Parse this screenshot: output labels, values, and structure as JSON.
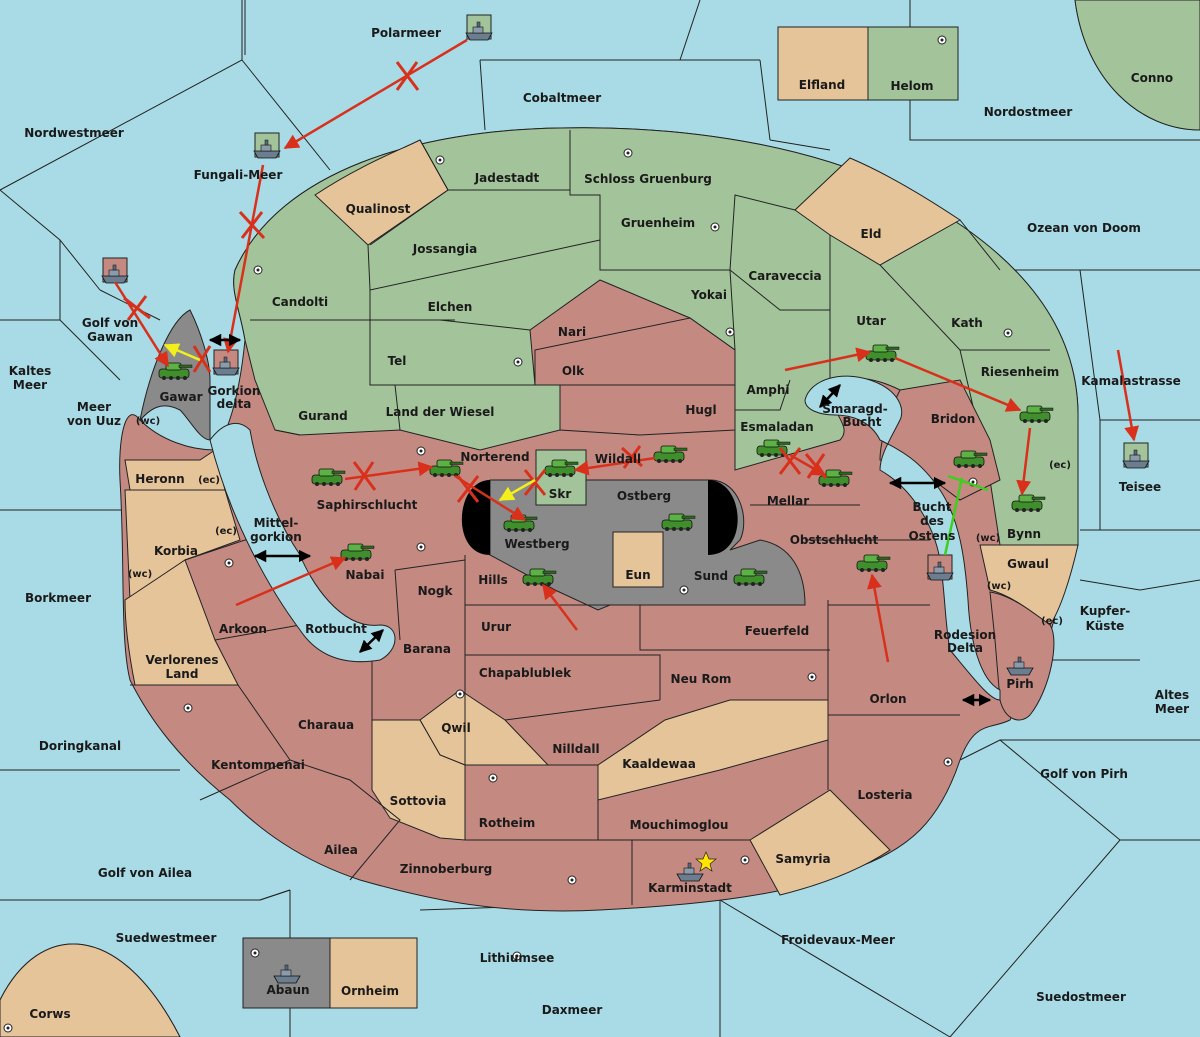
{
  "colors": {
    "sea": "#a8dbe6",
    "green_power": "#a3c49a",
    "red_power": "#c48a82",
    "neutral": "#e6c49a",
    "gray_power": "#8a8a8a",
    "order_red": "#d9301c",
    "order_yellow": "#f2ef1a",
    "order_green": "#3cd01c"
  },
  "labels": {
    "polarmeer": "Polarmeer",
    "cobaltmeer": "Cobaltmeer",
    "elfland": "Elfland",
    "helom": "Helom",
    "conno": "Conno",
    "nordostmeer": "Nordostmeer",
    "nordwestmeer": "Nordwestmeer",
    "fungali": "Fungali-Meer",
    "jadestadt": "Jadestadt",
    "schloss": "Schloss Gruenburg",
    "qualinost": "Qualinost",
    "gruenheim": "Gruenheim",
    "eld": "Eld",
    "ozean": "Ozean von Doom",
    "jossangia": "Jossangia",
    "caraveccia": "Caraveccia",
    "candolti": "Candolti",
    "elchen": "Elchen",
    "yokai": "Yokai",
    "utar": "Utar",
    "kath": "Kath",
    "golf_gawan_1": "Golf von",
    "golf_gawan_2": "Gawan",
    "nari": "Nari",
    "tel": "Tel",
    "olk": "Olk",
    "amphi": "Amphi",
    "riesenheim": "Riesenheim",
    "kamalastrasse": "Kamalastrasse",
    "kaltes_1": "Kaltes",
    "kaltes_2": "Meer",
    "gawar": "Gawar",
    "gorkion_1": "Gorkion",
    "gorkion_2": "delta",
    "meer_uuz_1": "Meer",
    "meer_uuz_2": "von Uuz",
    "wc": "(wc)",
    "ec": "(ec)",
    "gurand": "Gurand",
    "land_wiesel": "Land der Wiesel",
    "hugl": "Hugl",
    "smaragd_1": "Smaragd-",
    "smaragd_2": "Bucht",
    "bridon": "Bridon",
    "esmaladan": "Esmaladan",
    "norterend": "Norterend",
    "wildall": "Wildall",
    "heronn": "Heronn",
    "saphir": "Saphirschlucht",
    "skr": "Skr",
    "ostberg": "Ostberg",
    "mellar": "Mellar",
    "teisee": "Teisee",
    "bucht_1": "Bucht",
    "bucht_2": "des",
    "bucht_3": "Ostens",
    "bynn": "Bynn",
    "mittel_1": "Mittel-",
    "mittel_2": "gorkion",
    "westberg": "Westberg",
    "obstschlucht": "Obstschlucht",
    "korbia": "Korbia",
    "nabai": "Nabai",
    "hills": "Hills",
    "eun": "Eun",
    "sund": "Sund",
    "gwaul": "Gwaul",
    "borkmeer": "Borkmeer",
    "nogk": "Nogk",
    "kupfer_1": "Kupfer-",
    "kupfer_2": "Küste",
    "arkoon": "Arkoon",
    "rotbucht": "Rotbucht",
    "urur": "Urur",
    "feuerfeld": "Feuerfeld",
    "rodesion_1": "Rodesion",
    "rodesion_2": "Delta",
    "verlorenes_1": "Verlorenes",
    "verlorenes_2": "Land",
    "barana": "Barana",
    "chapablublek": "Chapablublek",
    "neu_rom": "Neu Rom",
    "pirh": "Pirh",
    "altes_1": "Altes",
    "altes_2": "Meer",
    "orlon": "Orlon",
    "charaua": "Charaua",
    "qwil": "Qwil",
    "doringkanal": "Doringkanal",
    "nilldall": "Nilldall",
    "kaaldewaa": "Kaaldewaa",
    "kentommenai": "Kentommenai",
    "golf_pirh": "Golf von Pirh",
    "losteria": "Losteria",
    "sottovia": "Sottovia",
    "rotheim": "Rotheim",
    "mouchimoglou": "Mouchimoglou",
    "ailea": "Ailea",
    "samyria": "Samyria",
    "golf_ailea": "Golf von Ailea",
    "zinnoberburg": "Zinnoberburg",
    "karminstadt": "Karminstadt",
    "suedwestmeer": "Suedwestmeer",
    "froidevaux": "Froidevaux-Meer",
    "lithiumsee": "Lithiumsee",
    "abaun": "Abaun",
    "ornheim": "Ornheim",
    "suedostmeer": "Suedostmeer",
    "daxmeer": "Daxmeer",
    "corws": "Corws"
  },
  "icons": {
    "fleet": "fleet-icon",
    "army": "tank-icon",
    "supply_center": "supply-center-dot",
    "capital": "capital-star-icon"
  }
}
